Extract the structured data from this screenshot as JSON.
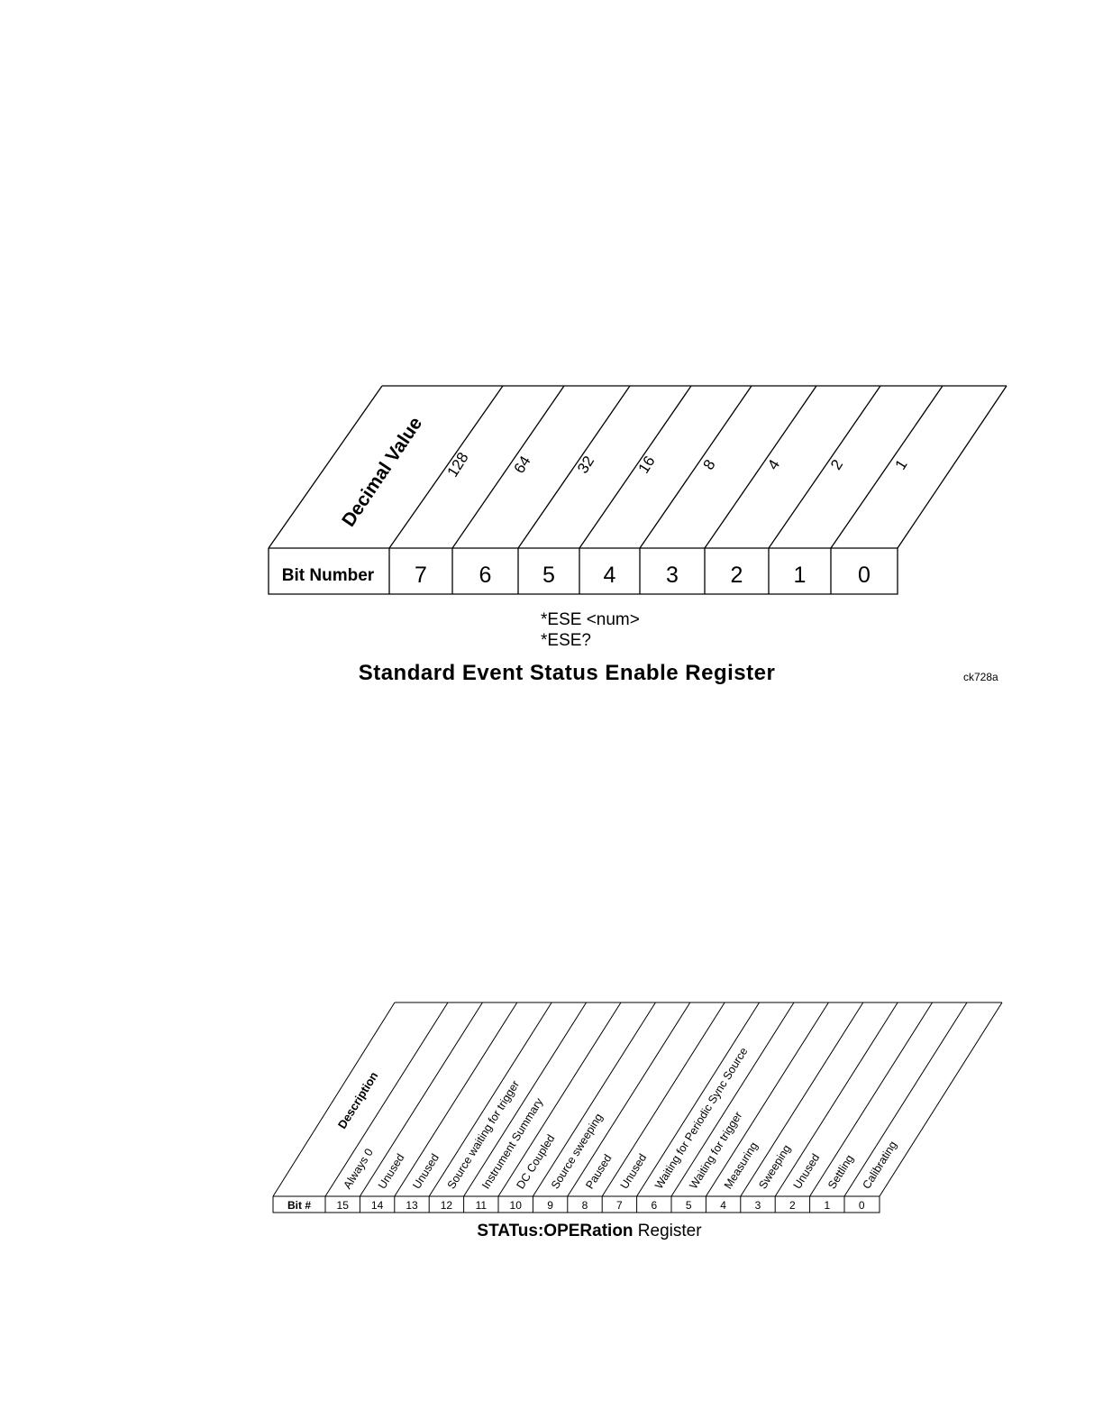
{
  "ese": {
    "header_label": "Decimal Value",
    "row_label": "Bit Number",
    "values": [
      "128",
      "64",
      "32",
      "16",
      "8",
      "4",
      "2",
      "1"
    ],
    "bits": [
      "7",
      "6",
      "5",
      "4",
      "3",
      "2",
      "1",
      "0"
    ],
    "command_set": "*ESE <num>",
    "command_query": "*ESE?",
    "title": "Standard Event Status Enable Register",
    "figure_id": "ck728a"
  },
  "oper": {
    "header_label": "Description",
    "row_label": "Bit #",
    "descriptions": [
      "Always 0",
      "Unused",
      "Unused",
      "Source waiting for trigger",
      "Instrument Summary",
      "DC Coupled",
      "Source sweeping",
      "Paused",
      "Unused",
      "Waiting for Periodic Sync Source",
      "Waiting for trigger",
      "Measuring",
      "Sweeping",
      "Unused",
      "Settling",
      "Calibrating"
    ],
    "bits": [
      "15",
      "14",
      "13",
      "12",
      "11",
      "10",
      "9",
      "8",
      "7",
      "6",
      "5",
      "4",
      "3",
      "2",
      "1",
      "0"
    ],
    "title_bold": "STATus:OPERation",
    "title_rest": " Register"
  }
}
